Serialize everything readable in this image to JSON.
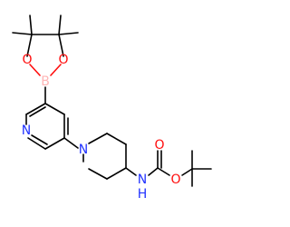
{
  "molecule": {
    "atoms": {
      "o_boronate_left": "O",
      "o_boronate_right": "O",
      "b": "B",
      "n_pyridine": "N",
      "n_piperidine": "N",
      "n_carbamate": "N",
      "h_carbamate": "H",
      "o_carbonyl": "O",
      "o_ester": "O"
    },
    "colors": {
      "oxygen": "#ff0d0d",
      "nitrogen": "#2233ff",
      "boron": "#ffb5b5",
      "carbon": "#000000"
    }
  }
}
